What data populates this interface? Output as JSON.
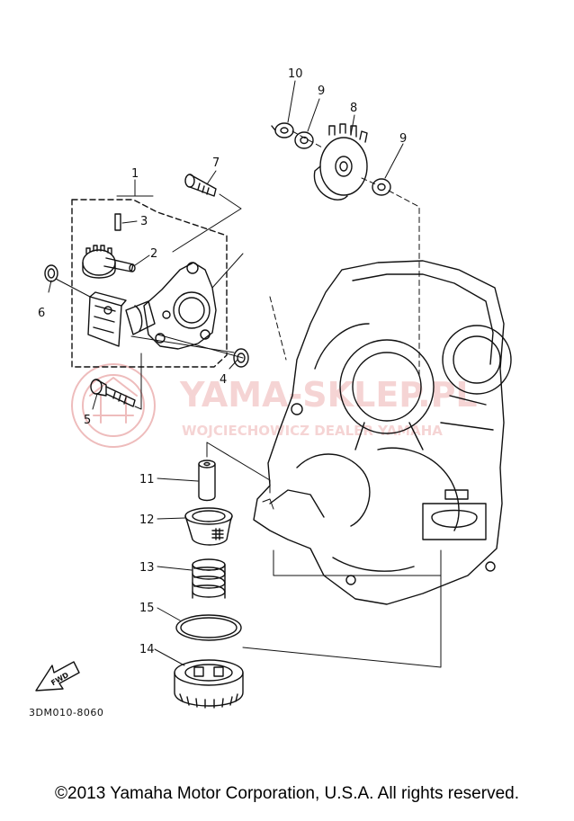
{
  "callouts": {
    "c1": "1",
    "c2": "2",
    "c3": "3",
    "c4": "4",
    "c5": "5",
    "c6": "6",
    "c7": "7",
    "c8": "8",
    "c9a": "9",
    "c9b": "9",
    "c10": "10",
    "c11": "11",
    "c12": "12",
    "c13": "13",
    "c14": "14",
    "c15": "15"
  },
  "fwd_label": "FWD",
  "diagram_code": "3DM010-8060",
  "watermark": {
    "title": "YAMA-SKLEP.PL",
    "subtitle": "WOJCIECHOWICZ DEALER YAMAHA"
  },
  "copyright": "©2013 Yamaha Motor Corporation, U.S.A. All rights reserved.",
  "colors": {
    "line": "#111111",
    "watermark": "#e8a0a0"
  }
}
